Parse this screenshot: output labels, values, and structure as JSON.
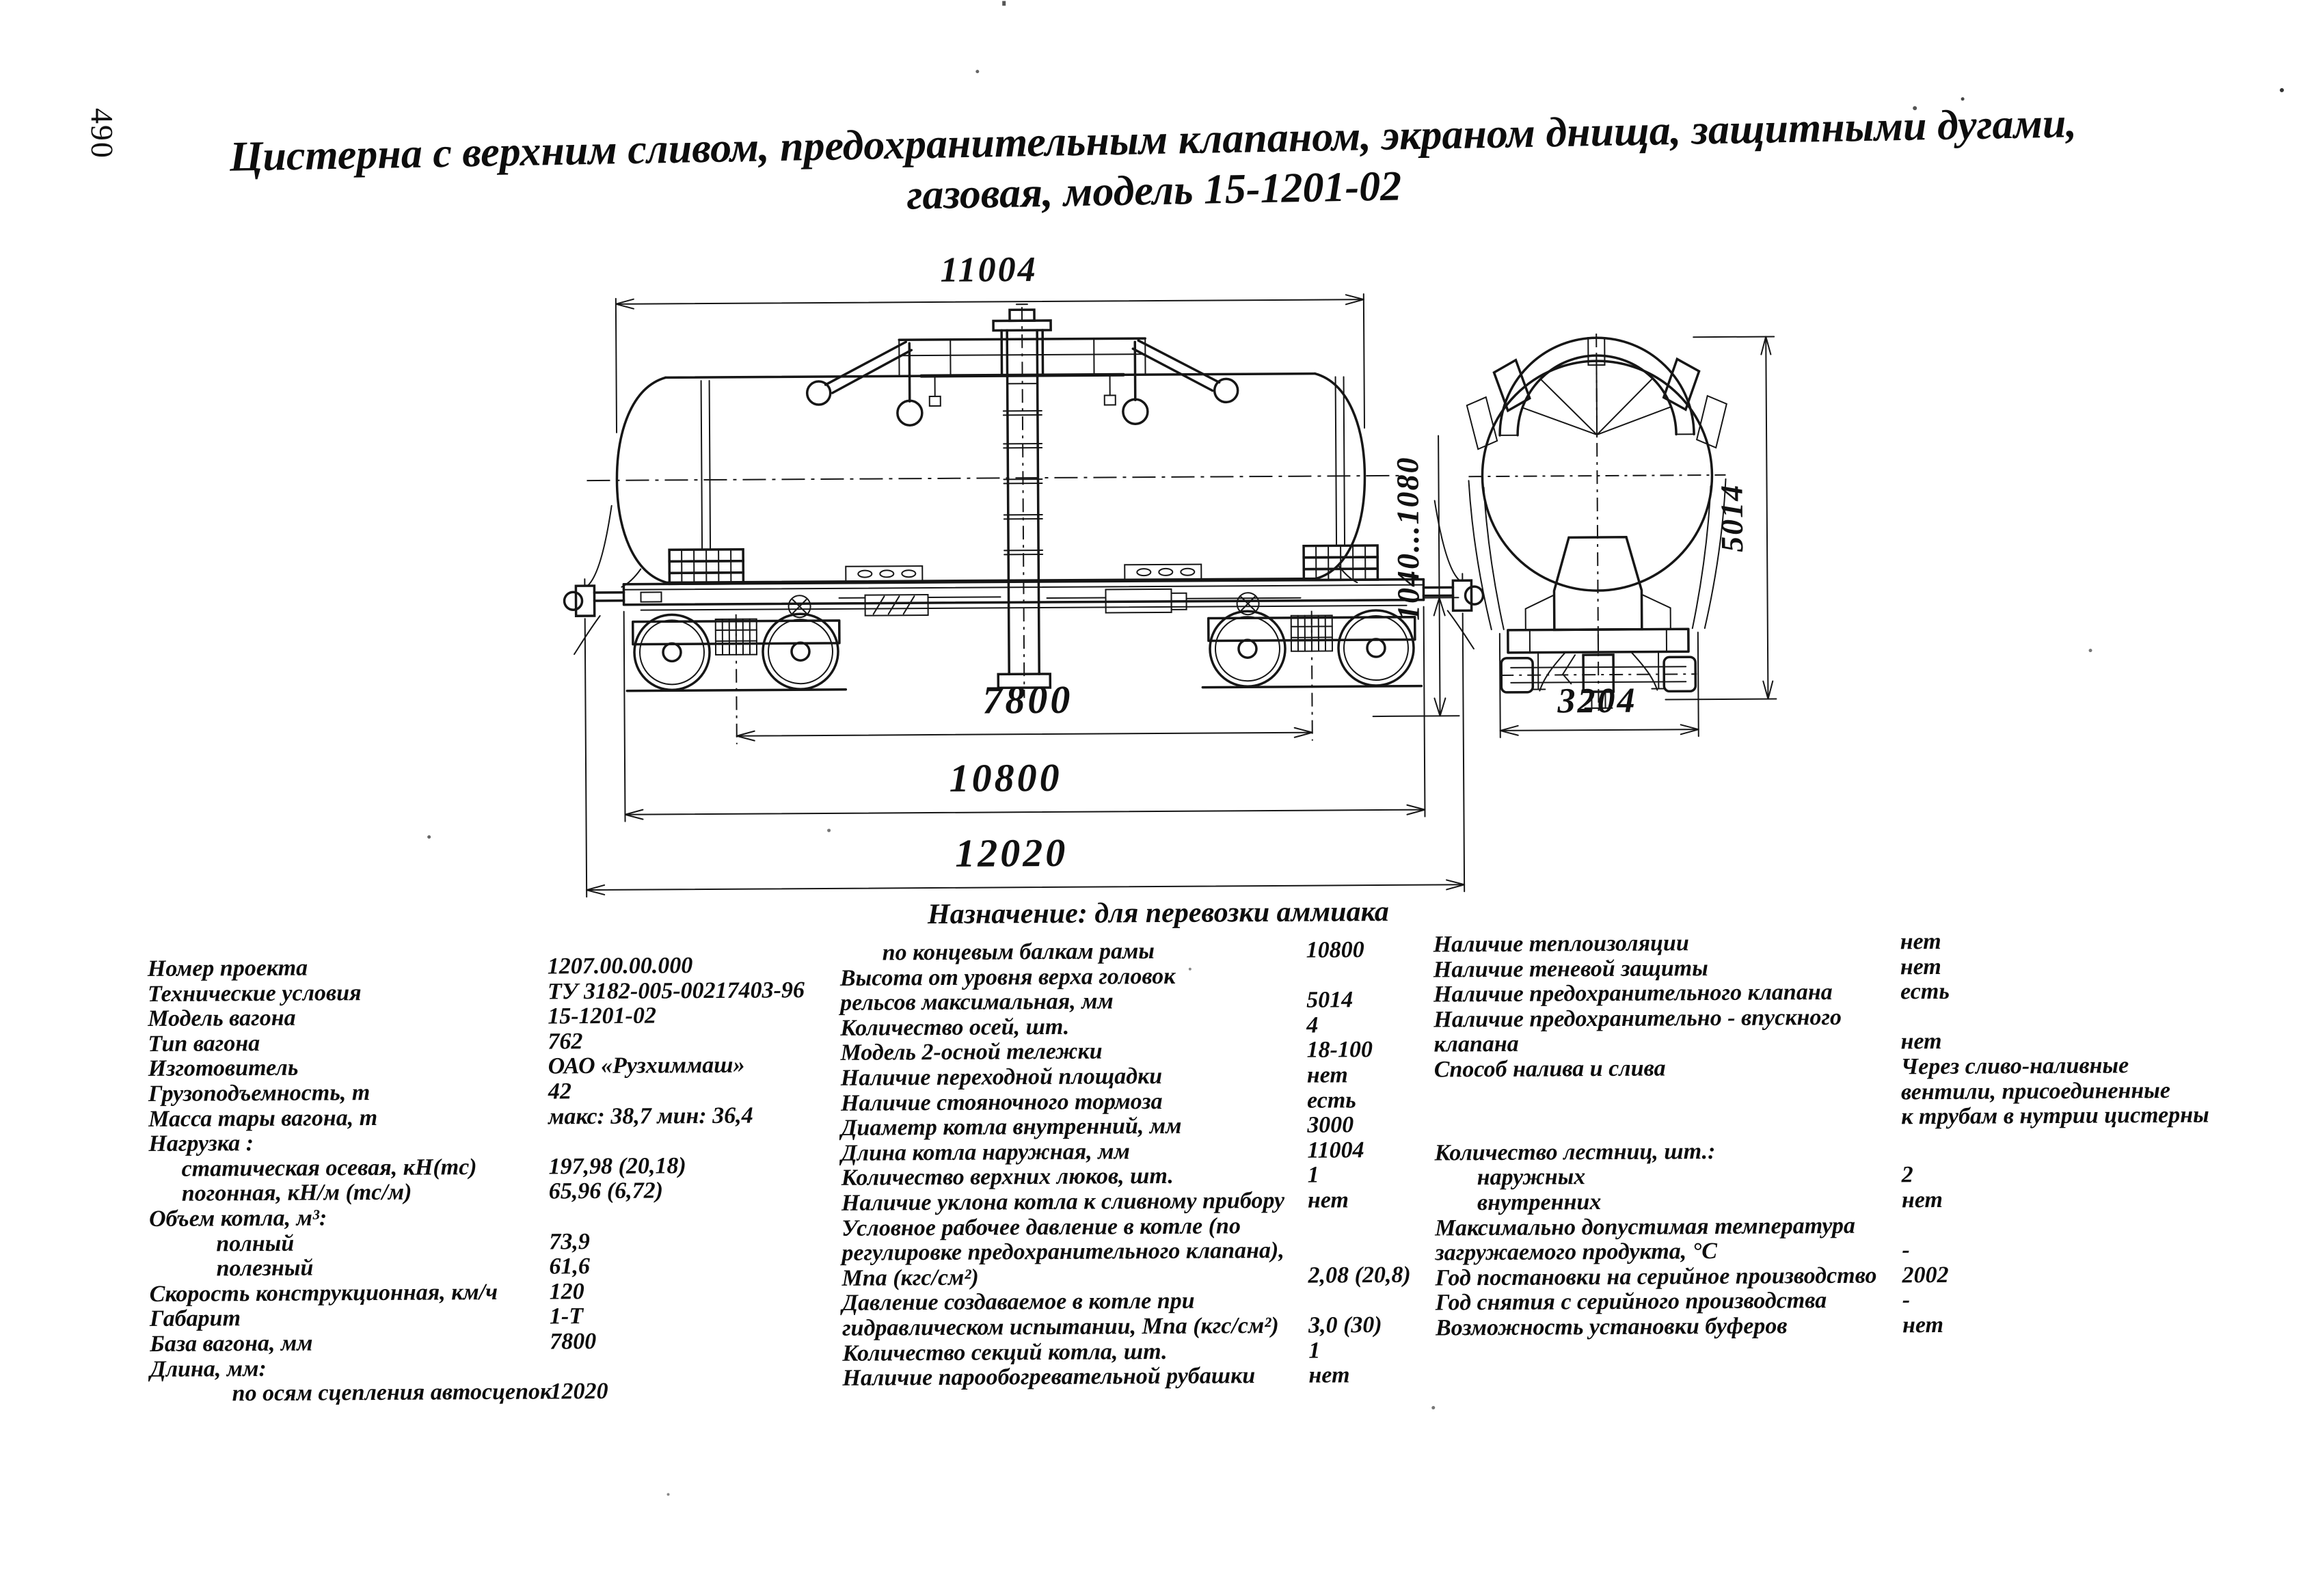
{
  "page": {
    "number": "490"
  },
  "title": {
    "line1": "Цистерна с верхним сливом, предохранительным клапаном, экраном днища, защитными дугами,",
    "line2": "газовая, модель 15-1201-02"
  },
  "purpose": "Назначение: для перевозки аммиака",
  "drawing": {
    "dims": {
      "tank_length": "11004",
      "coupler_height": "1040...1080",
      "bogie_base": "7800",
      "frame_length": "10800",
      "coupler_length": "12020",
      "tank_width": "3204",
      "max_height": "5014"
    }
  },
  "specs": {
    "col1": [
      {
        "label": "Номер проекта",
        "value": "1207.00.00.000"
      },
      {
        "label": "Технические условия",
        "value": "ТУ 3182-005-00217403-96"
      },
      {
        "label": "Модель вагона",
        "value": "15-1201-02"
      },
      {
        "label": "Тип вагона",
        "value": "762"
      },
      {
        "label": "Изготовитель",
        "value": "ОАО «Рузхиммаш»"
      },
      {
        "label": "Грузоподъемность, т",
        "value": "42"
      },
      {
        "label": "Масса тары вагона, т",
        "value": "макс: 38,7 мин: 36,4"
      },
      {
        "label": "Нагрузка :",
        "value": ""
      },
      {
        "label": "статическая осевая, кН(тс)",
        "value": "197,98 (20,18)"
      },
      {
        "label": "погонная, кН/м (тс/м)",
        "value": "65,96 (6,72)"
      },
      {
        "label": "Объем котла, м³:",
        "value": ""
      },
      {
        "label": "полный",
        "value": "73,9"
      },
      {
        "label": "полезный",
        "value": "61,6"
      },
      {
        "label": "Скорость конструкционная, км/ч",
        "value": "120"
      },
      {
        "label": "Габарит",
        "value": "1-Т"
      },
      {
        "label": "База вагона, мм",
        "value": "7800"
      },
      {
        "label": "Длина, мм:",
        "value": ""
      },
      {
        "label": "по осям сцепления автосцепок",
        "value": "12020"
      }
    ],
    "col2": [
      {
        "label": "по концевым балкам рамы",
        "value": "10800"
      },
      {
        "label": "Высота от уровня верха головок",
        "value": ""
      },
      {
        "label": "рельсов максимальная, мм",
        "value": "5014"
      },
      {
        "label": "Количество осей, шт.",
        "value": "4"
      },
      {
        "label": "Модель 2-осной тележки",
        "value": "18-100"
      },
      {
        "label": "Наличие переходной площадки",
        "value": "нет"
      },
      {
        "label": "Наличие стояночного тормоза",
        "value": "есть"
      },
      {
        "label": "Диаметр котла внутренний, мм",
        "value": "3000"
      },
      {
        "label": "Длина котла наружная, мм",
        "value": "11004"
      },
      {
        "label": "Количество верхних люков, шт.",
        "value": "1"
      },
      {
        "label": "Наличие уклона котла к сливному прибору",
        "value": "нет"
      },
      {
        "label": "Условное рабочее давление в котле (по",
        "value": ""
      },
      {
        "label": "регулировке предохранительного клапана),",
        "value": ""
      },
      {
        "label": "Мпа (кгс/см²)",
        "value": "2,08 (20,8)"
      },
      {
        "label": "Давление создаваемое в котле при",
        "value": ""
      },
      {
        "label": "гидравлическом испытании, Мпа (кгс/см²)",
        "value": "3,0 (30)"
      },
      {
        "label": "Количество секций котла, шт.",
        "value": "1"
      },
      {
        "label": "Наличие парообогревательной рубашки",
        "value": "нет"
      }
    ],
    "col3": [
      {
        "label": "Наличие теплоизоляции",
        "value": "нет"
      },
      {
        "label": "Наличие теневой защиты",
        "value": "нет"
      },
      {
        "label": "Наличие предохранительного клапана",
        "value": "есть"
      },
      {
        "label": "Наличие предохранительно - впускного",
        "value": ""
      },
      {
        "label": "клапана",
        "value": "нет"
      },
      {
        "label": "Способ налива и слива",
        "value": "Через сливо-наливные"
      },
      {
        "label": "",
        "value": "вентили, присоединенные"
      },
      {
        "label": "",
        "value": "к трубам в нутрии цистерны"
      },
      {
        "label": "Количество лестниц, шт.:",
        "value": ""
      },
      {
        "label": "наружных",
        "value": "2"
      },
      {
        "label": "внутренних",
        "value": "нет"
      },
      {
        "label": "Максимально допустимая температура",
        "value": ""
      },
      {
        "label": "загружаемого продукта, °С",
        "value": "-"
      },
      {
        "label": "Год постановки на серийное производство",
        "value": "2002"
      },
      {
        "label": "Год снятия с серийного производства",
        "value": "-"
      },
      {
        "label": "Возможность установки буферов",
        "value": "нет"
      }
    ]
  }
}
